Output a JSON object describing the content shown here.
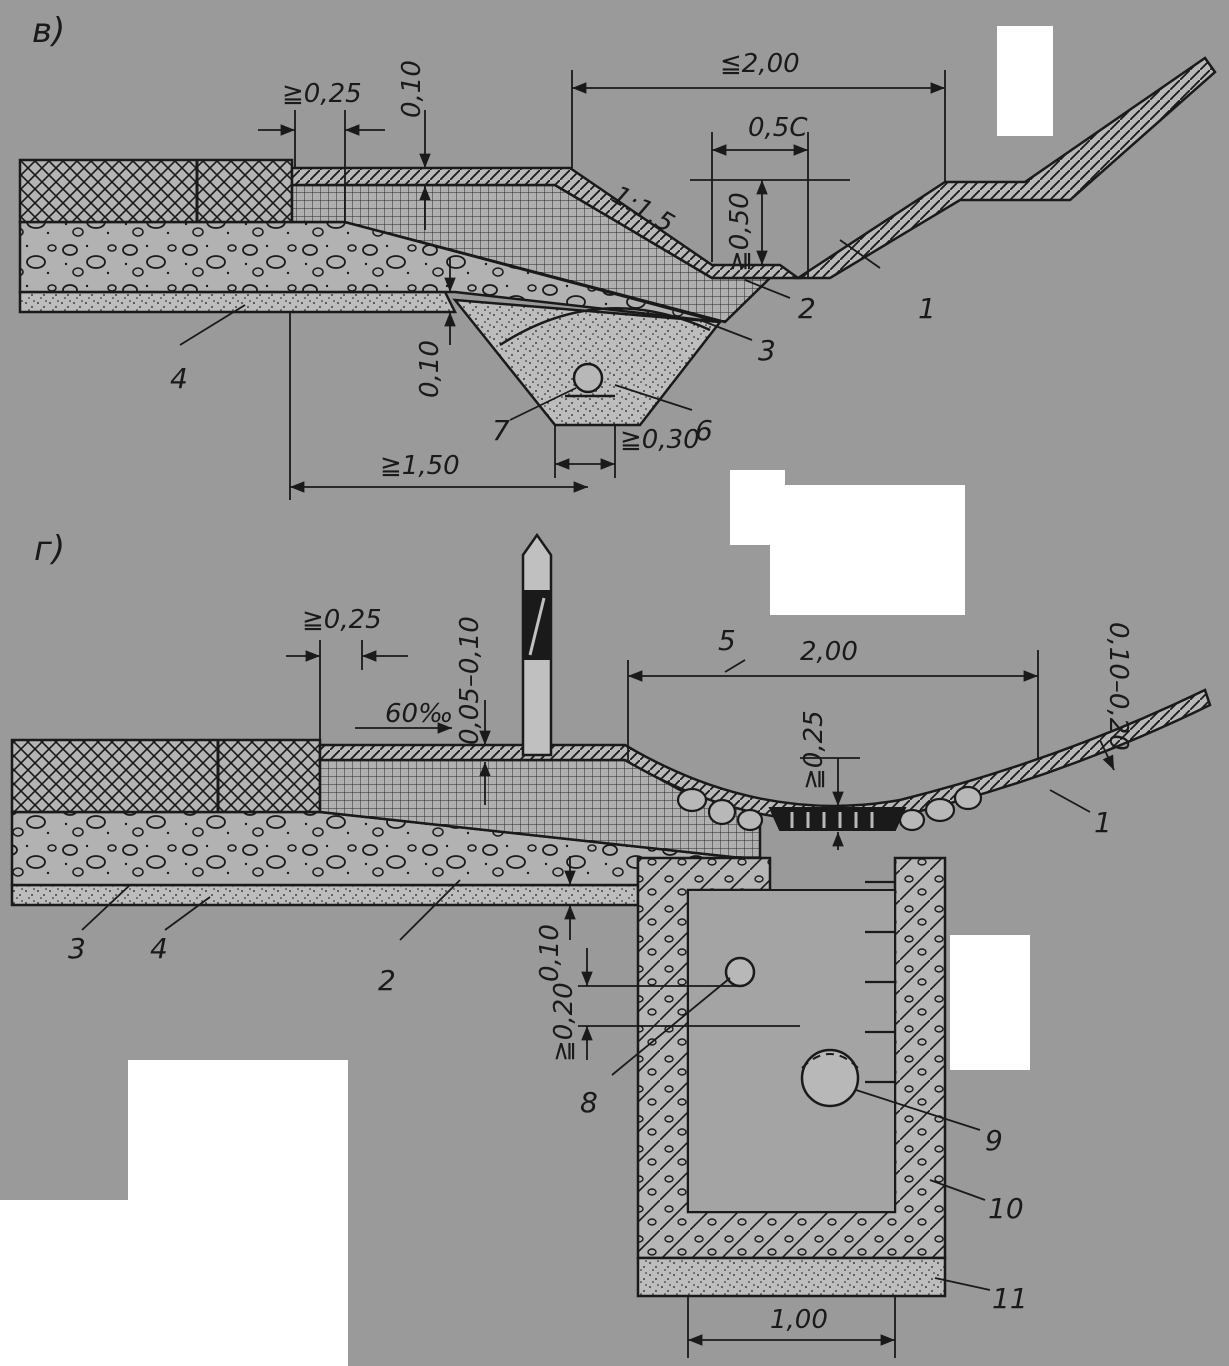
{
  "colors": {
    "background": "#9a9a9a",
    "ink": "#1a1a1a",
    "mask": "#ffffff"
  },
  "panel_v": {
    "panel_label": "в)",
    "dims": {
      "top_width": "≦2,00",
      "shoulder": "≧0,25",
      "surface_thickness": "0,10",
      "bottom": "0,5С",
      "depth": "≧0,50",
      "slope": "1:1,5",
      "base_gap": "0,10",
      "drain_width": "≧0,30",
      "base_width": "≧1,50"
    },
    "parts": [
      "1",
      "2",
      "3",
      "4",
      "6",
      "7"
    ]
  },
  "panel_g": {
    "panel_label": "г)",
    "dims": {
      "shoulder": "≧0,25",
      "cross_slope": "60‰",
      "surface_thickness": "0,05–0,10",
      "gutter_width": "2,00",
      "gutter_depth": "≧0,25",
      "side_thickness": "0,10–0,20",
      "base_gap": "0,10",
      "pipe_cover": "≧0,20",
      "well_width": "1,00"
    },
    "parts": [
      "1",
      "2",
      "3",
      "4",
      "5",
      "8",
      "9",
      "10",
      "11"
    ]
  }
}
